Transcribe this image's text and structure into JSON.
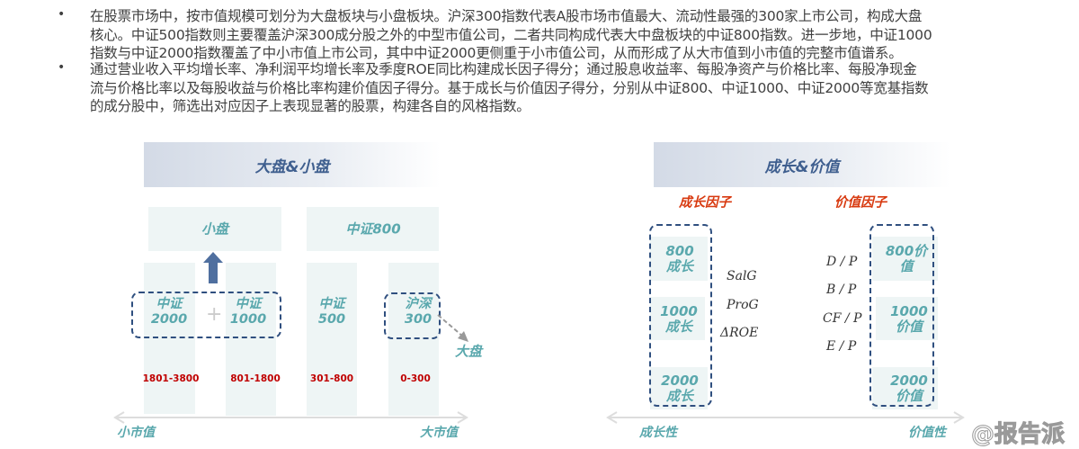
{
  "text": {
    "bullet": "•",
    "lines": [
      "在股票市场中，按市值规模可划分为大盘板块与小盘板块。沪深300指数代表A股市场市值最大、流动性最强的300家上市公司，构成大盘",
      "核心。中证500指数则主要覆盖沪深300成分股之外的中型市值公司，二者共同构成代表大中盘板块的中证800指数。进一步地，中证1000",
      "指数与中证2000指数覆盖了中小市值上市公司，其中中证2000更侧重于小市值公司，从而形成了从大市值到小市值的完整市值谱系。",
      "通过营业收入平均增长率、净利润平均增长率及季度ROE同比构建成长因子得分；通过股息收益率、每股净资产与价格比率、每股净现金",
      "流与价格比率以及每股收益与价格比率构建价值因子得分。基于成长与价值因子得分，分别从中证800、中证1000、中证2000等宽基指数",
      "的成分股中，筛选出对应因子上表现显著的股票，构建各自的风格指数。"
    ]
  },
  "left": {
    "title": "大盘&小盘",
    "small_cap": "小盘",
    "csi800": "中证800",
    "plus": "+",
    "indices": [
      {
        "l1": "中证",
        "l2": "2000",
        "range": "1801-3800"
      },
      {
        "l1": "中证",
        "l2": "1000",
        "range": "801-1800"
      },
      {
        "l1": "中证",
        "l2": "500",
        "range": "301-800"
      },
      {
        "l1": "沪深",
        "l2": "300",
        "range": "0-300"
      }
    ],
    "large_cap": "大盘",
    "axis_left": "小市值",
    "axis_right": "大市值"
  },
  "right": {
    "title": "成长&价值",
    "growth_factor": "成长因子",
    "value_factor": "价值因子",
    "growth": [
      {
        "l1": "800",
        "l2": "成长"
      },
      {
        "l1": "1000",
        "l2": "成长"
      },
      {
        "l1": "2000",
        "l2": "成长"
      }
    ],
    "value": [
      {
        "l1": "800价",
        "l2": "值"
      },
      {
        "l1": "1000",
        "l2": "价值"
      },
      {
        "l1": "2000",
        "l2": "价值"
      }
    ],
    "growth_metrics": [
      "SalG",
      "ProG",
      "ΔROE"
    ],
    "value_metrics": [
      "D / P",
      "B / P",
      "CF / P",
      "E / P"
    ],
    "axis_left": "成长性",
    "axis_right": "价值性"
  },
  "watermark": "@报告派"
}
